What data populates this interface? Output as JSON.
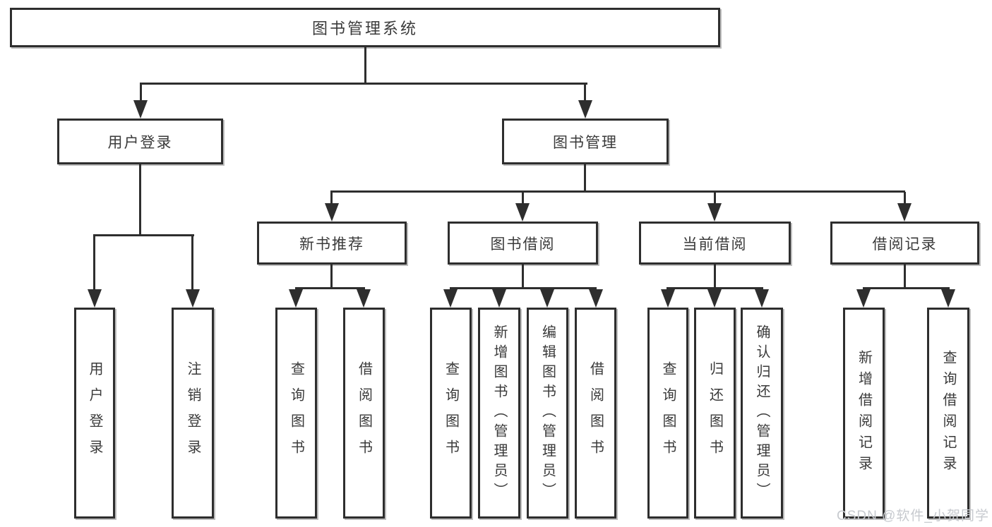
{
  "tree": {
    "root": "图书管理系统",
    "branches": [
      {
        "label": "用户登录",
        "children": [
          "用户登录",
          "注销登录"
        ]
      },
      {
        "label": "图书管理",
        "sections": [
          {
            "label": "新书推荐",
            "children": [
              "查询图书",
              "借阅图书"
            ]
          },
          {
            "label": "图书借阅",
            "children": [
              "查询图书",
              "新增图书（管理员）",
              "编辑图书（管理员）",
              "借阅图书"
            ]
          },
          {
            "label": "当前借阅",
            "children": [
              "查询图书",
              "归还图书",
              "确认归还（管理员）"
            ]
          },
          {
            "label": "借阅记录",
            "children": [
              "新增借阅记录",
              "查询借阅记录"
            ]
          }
        ]
      }
    ]
  },
  "watermark": "CSDN @软件_小贺同学",
  "colors": {
    "line": "#2e2e2e",
    "text": "#3a3a3a",
    "background": "#ffffff",
    "watermark": "#c7cacf"
  }
}
